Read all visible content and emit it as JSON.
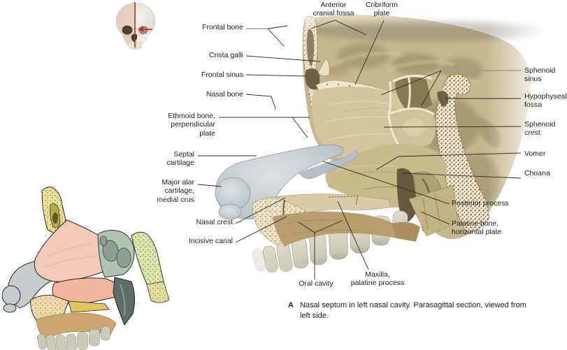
{
  "figure_caption": {
    "letter": "A",
    "text": "Nasal septum in left nasal cavity. Parasagittal section, viewed from\nleft side."
  },
  "labels": {
    "anterior_cranial_fossa": "Anterior\ncranial fossa",
    "cribriform_plate": "Cribriform\nplate",
    "frontal_bone": "Frontal bone",
    "crista_galli": "Crista galli",
    "frontal_sinus": "Frontal sinus",
    "nasal_bone": "Nasal bone",
    "ethmoid_bone": "Ethmoid bone,\nperpendicular\nplate",
    "septal_cartilage": "Septal\ncartilage",
    "major_alar_cartilage": "Major alar\ncartilage,\nmedial crus",
    "nasal_crest": "Nasal crest",
    "incisive_canal": "Incisive canal",
    "oral_cavity": "Oral cavity",
    "maxilla_palatine_process": "Maxilla,\npalatine process",
    "sphenoid_sinus": "Sphenoid\nsinus",
    "hypophyseal_fossa": "Hypophyseal\nfossa",
    "sphenoid_crest": "Sphenoid\ncrest",
    "vomer": "Vomer",
    "choana": "Choana",
    "posterior_process": "Posterior process",
    "palatine_bone": "Palatine bone,\nhorizontal plate"
  },
  "colors": {
    "bone_light": "#ece3c6",
    "bone_mid": "#cdbd92",
    "bone_shadow": "#a3956c",
    "cavity_dark": "#6d6143",
    "cartilage_gray": "#c3cacf",
    "section_line_red": "#b23527",
    "inset_frontal_yellow": "#e9e29b",
    "inset_ethmoid_pink": "#f3c9b7",
    "inset_vomer_salmon": "#f0b79f",
    "inset_sphenoid_green": "#b2c2b4",
    "inset_maxilla_tan": "#cda56e",
    "inset_pterygoid_slate": "#5e6d65",
    "label_text": "#222222"
  }
}
